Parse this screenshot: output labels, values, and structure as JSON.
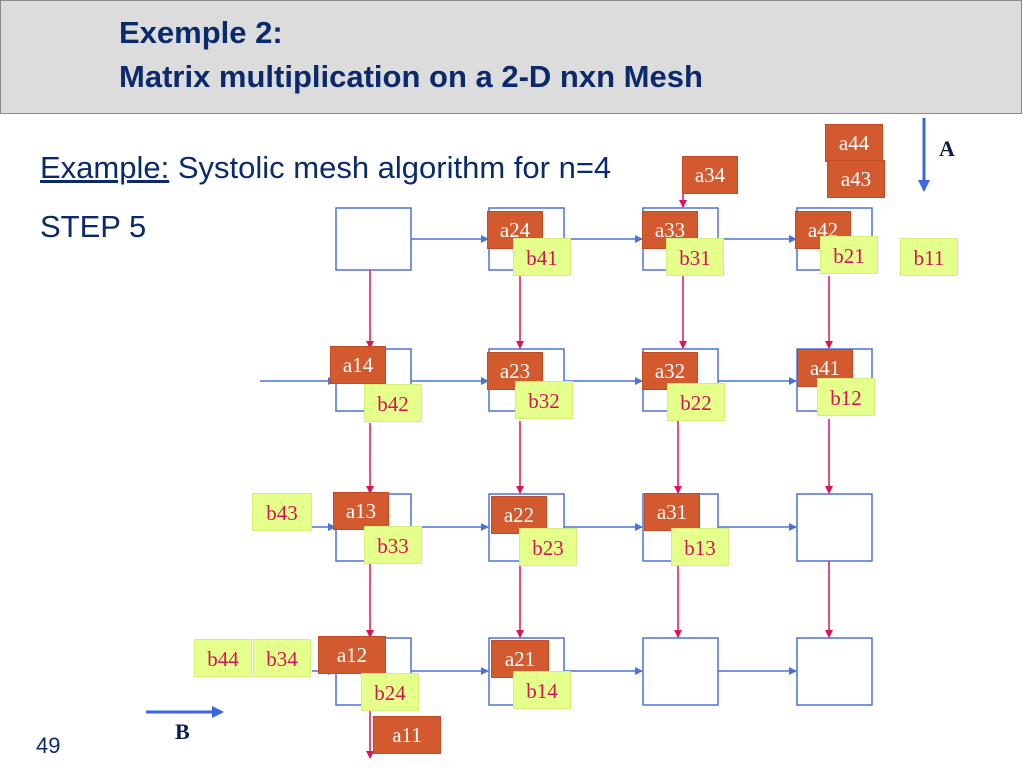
{
  "header": {
    "line1": "Exemple 2:",
    "line2": "Matrix multiplication on a 2-D nxn Mesh"
  },
  "body": {
    "example_label": "Example:",
    "example_text": " Systolic mesh algorithm for n=4",
    "step": "STEP 5"
  },
  "labels": {
    "A": "A",
    "B": "B",
    "page_number": "49",
    "a44": "a44",
    "a43": "a43",
    "a34": "a34",
    "a24": "a24",
    "a33": "a33",
    "a42": "a42",
    "b41": "b41",
    "b31": "b31",
    "b21": "b21",
    "b11": "b11",
    "a14": "a14",
    "b42": "b42",
    "a23": "a23",
    "b32": "b32",
    "a32": "a32",
    "b22": "b22",
    "a41": "a41",
    "b12": "b12",
    "b43": "b43",
    "a13": "a13",
    "b33": "b33",
    "a22": "a22",
    "b23": "b23",
    "a31": "a31",
    "b13": "b13",
    "b44": "b44",
    "b34": "b34",
    "a12": "a12",
    "b24": "b24",
    "a21": "a21",
    "b14": "b14",
    "a11": "a11"
  },
  "colors": {
    "title": "#0b2a6b",
    "a_block": "#d35a2e",
    "b_block": "#e4ff8a",
    "b_text": "#d4145a",
    "mesh": "#4a72d8",
    "down_arrow": "#e0105a"
  }
}
